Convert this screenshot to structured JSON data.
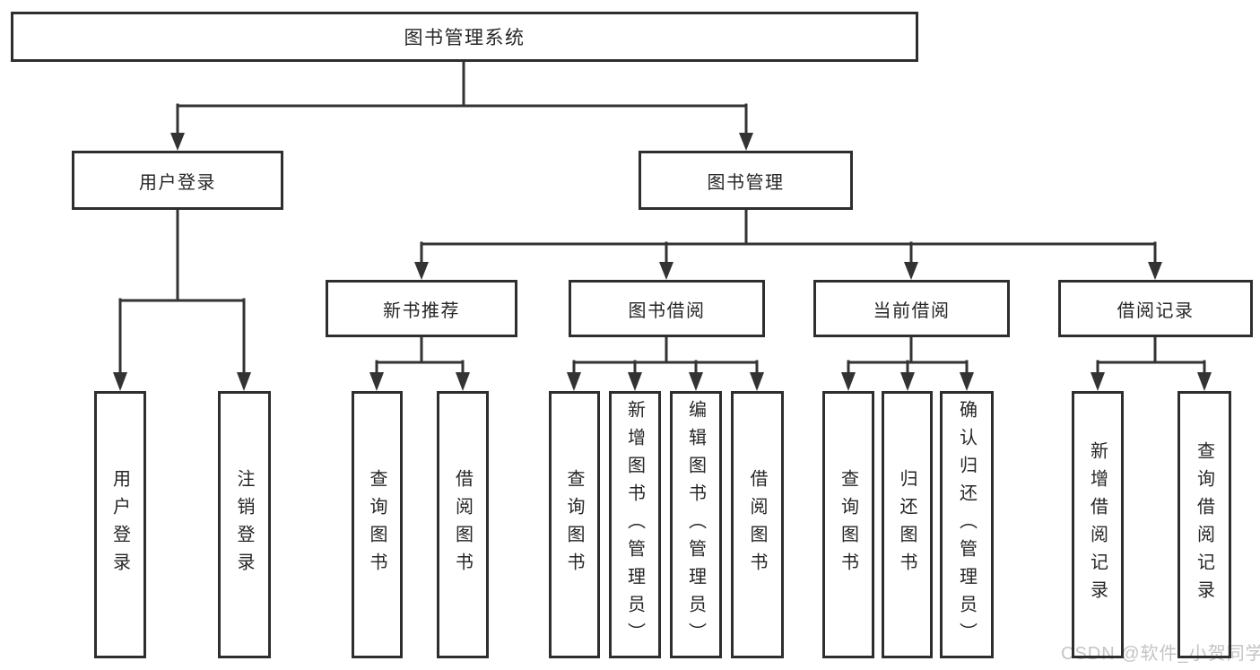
{
  "diagram": {
    "title": "图书管理系统",
    "level2": {
      "user_login": "用户登录",
      "book_management": "图书管理"
    },
    "level3": {
      "new_book_recommend": "新书推荐",
      "book_borrow": "图书借阅",
      "current_borrow": "当前借阅",
      "borrow_records": "借阅记录"
    },
    "leaves": {
      "user_login": [
        "用户登录",
        "注销登录"
      ],
      "new_book_recommend": [
        "查询图书",
        "借阅图书"
      ],
      "book_borrow": [
        "查询图书",
        "新增图书（管理员）",
        "编辑图书（管理员）",
        "借阅图书"
      ],
      "current_borrow": [
        "查询图书",
        "归还图书",
        "确认归还（管理员）"
      ],
      "borrow_records": [
        "新增借阅记录",
        "查询借阅记录"
      ]
    },
    "colors": {
      "line": "#333333",
      "box_border": "#2e2e2e",
      "text": "#262626",
      "watermark": "#c4c4c4",
      "background": "#ffffff"
    }
  },
  "watermark": {
    "text": "CSDN @软件_小贺同学"
  }
}
